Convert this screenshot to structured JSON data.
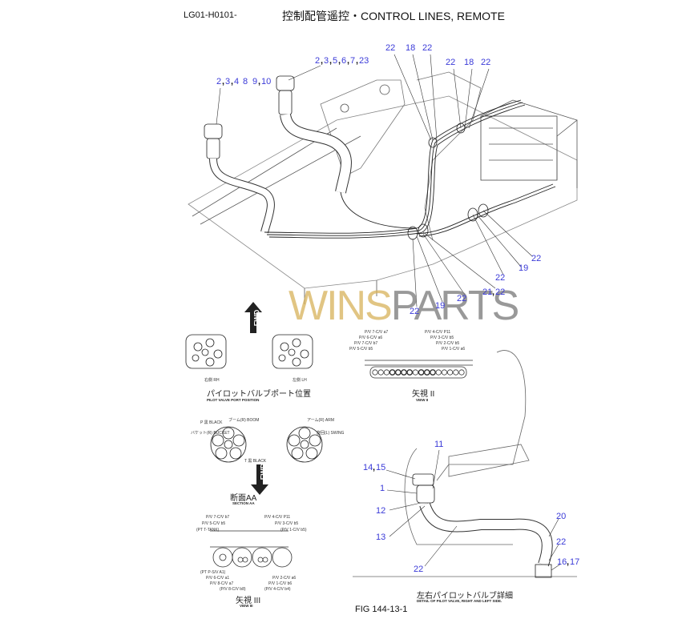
{
  "header": {
    "code": "LG01-H0101-",
    "title": "控制配管遥控・CONTROL LINES, REMOTE"
  },
  "figure_label": "FIG  144-13-1",
  "watermark": {
    "part1": "WINS",
    "part2": "PARTS"
  },
  "fwd_label": "FWD",
  "callouts_main": [
    {
      "id": "2",
      "label": "2"
    },
    {
      "id": "3",
      "label": "3"
    },
    {
      "id": "4",
      "label": "4"
    },
    {
      "id": "8",
      "label": "8"
    },
    {
      "id": "9",
      "label": "9"
    },
    {
      "id": "10",
      "label": "10"
    },
    {
      "id": "2",
      "label": "2"
    },
    {
      "id": "3",
      "label": "3"
    },
    {
      "id": "5",
      "label": "5"
    },
    {
      "id": "6",
      "label": "6"
    },
    {
      "id": "7",
      "label": "7"
    },
    {
      "id": "23",
      "label": "23"
    },
    {
      "id": "22",
      "label": "22"
    },
    {
      "id": "18",
      "label": "18"
    },
    {
      "id": "22",
      "label": "22"
    },
    {
      "id": "22",
      "label": "22"
    },
    {
      "id": "18",
      "label": "18"
    },
    {
      "id": "22",
      "label": "22"
    },
    {
      "id": "22",
      "label": "22"
    },
    {
      "id": "19",
      "label": "19"
    },
    {
      "id": "22",
      "label": "22"
    },
    {
      "id": "21",
      "label": "21"
    },
    {
      "id": "22",
      "label": "22"
    },
    {
      "id": "22",
      "label": "22"
    },
    {
      "id": "19",
      "label": "19"
    },
    {
      "id": "22",
      "label": "22"
    }
  ],
  "callouts_detail": [
    {
      "id": "11",
      "label": "11"
    },
    {
      "id": "14",
      "label": "14"
    },
    {
      "id": "15",
      "label": "15"
    },
    {
      "id": "1",
      "label": "1"
    },
    {
      "id": "12",
      "label": "12"
    },
    {
      "id": "13",
      "label": "13"
    },
    {
      "id": "22",
      "label": "22"
    },
    {
      "id": "20",
      "label": "20"
    },
    {
      "id": "22",
      "label": "22"
    },
    {
      "id": "16",
      "label": "16"
    },
    {
      "id": "17",
      "label": "17"
    }
  ],
  "captions": {
    "pilot_port_jp": "パイロットバルブポート位置",
    "pilot_port_en": "PILOT VALVE PORT POSITION",
    "view2_jp": "矢視 II",
    "view2_en": "VIEW II",
    "sectionaa_jp": "断面AA",
    "sectionaa_en": "SECTION AA",
    "view3_jp": "矢視 III",
    "view3_en": "VIEW III",
    "detail_jp": "左右パイロットバルブ詳細",
    "detail_en": "DETAIL OF PILOT VALVE, RIGHT AND LEFT SIDE.",
    "rh": "右側 RH",
    "lh": "左側 LH"
  },
  "view2_ports": [
    "P/V 7-C/V a7",
    "P/V 6-C/V a6",
    "P/V 7-C/V b7",
    "P/V 5-C/V b5",
    "P/V 4-C/V P11",
    "P/V 3-C/V b5",
    "P/V 2-C/V b5",
    "P/V 1-C/V a6"
  ],
  "view3_ports": [
    "P/V 7-C/V b7",
    "P/V 5-C/V b5",
    "(PT T-TANK)",
    "P/V 4-C/V P11",
    "P/V 3-C/V b5",
    "(P/V 1-C/V b5)",
    "(PT P-S/V A1)",
    "P/V 6-C/V a1",
    "P/V 8-C/V a7",
    "(P/V 8-C/V b8)",
    "P/V 2-C/V a6",
    "P/V 1-C/V b6",
    "(P/V 4-C/V b4)"
  ],
  "section_labels": [
    "バケット(R) BUCKET",
    "ブーム(R) BOOM",
    "旋回(L) SWING",
    "アーム(R) ARM",
    "T 黒 BLACK",
    "P 黒 BLACK"
  ]
}
